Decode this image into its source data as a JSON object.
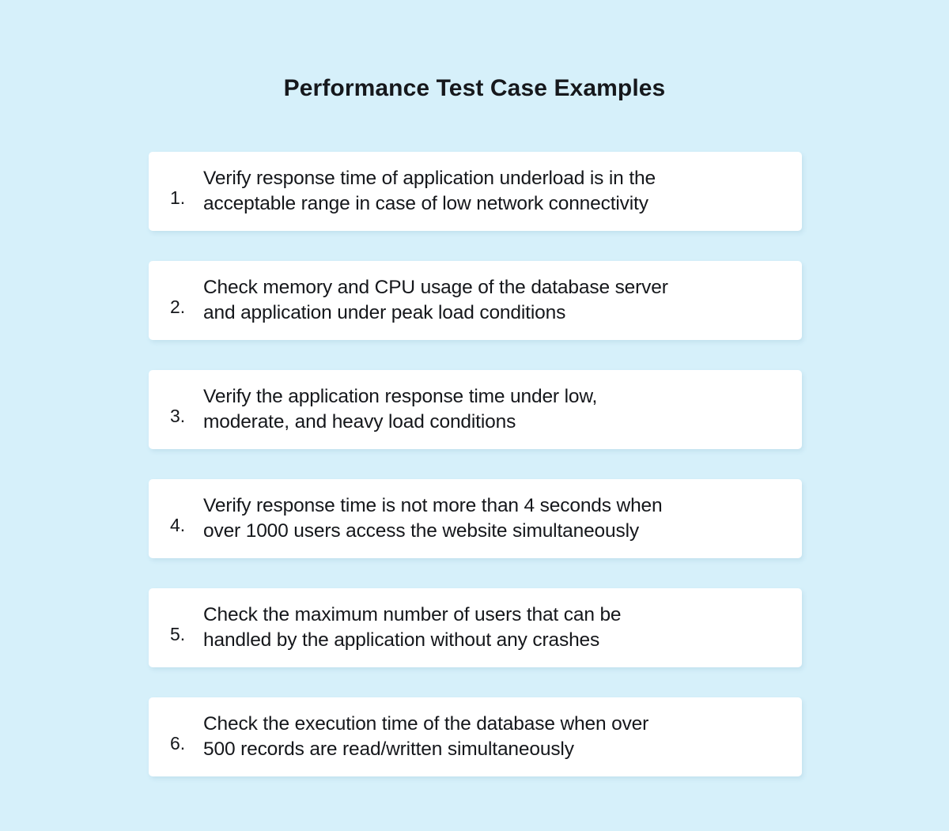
{
  "theme": {
    "background_color": "#d6f0fa",
    "card_color": "#ffffff",
    "text_color": "#15171b",
    "title_color": "#16181c"
  },
  "header": {
    "title": "Performance Test Case Examples"
  },
  "list": {
    "items": [
      {
        "number": "1.",
        "text": "Verify response time of application underload is in the\nacceptable range in case of low network connectivity"
      },
      {
        "number": "2.",
        "text": "Check memory and CPU usage of the database server\nand application under peak load conditions"
      },
      {
        "number": "3.",
        "text": "Verify the application response time under low,\nmoderate, and heavy load conditions"
      },
      {
        "number": "4.",
        "text": "Verify response time is not more than 4 seconds when\nover 1000 users access the website simultaneously"
      },
      {
        "number": "5.",
        "text": "Check the maximum number of users that can be\nhandled by the application without any crashes"
      },
      {
        "number": "6.",
        "text": "Check the execution time of the database when over\n500 records are read/written simultaneously"
      }
    ]
  }
}
